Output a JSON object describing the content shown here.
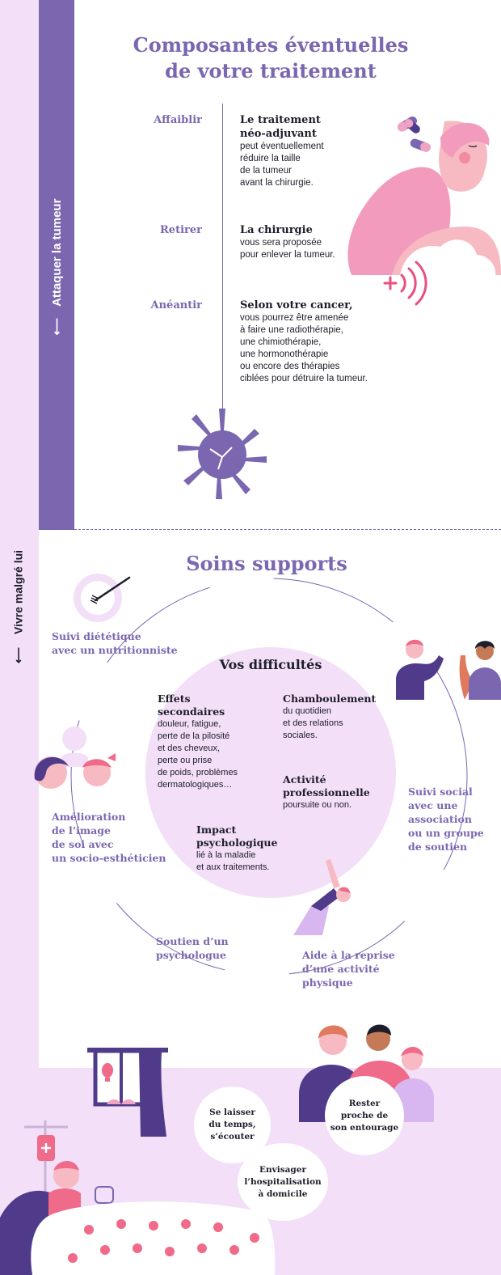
{
  "side_labels": {
    "attack": "Attaquer la tumeur",
    "live": "Vivre malgré lui"
  },
  "treatment": {
    "title_line1": "Composantes éventuelles",
    "title_line2": "de votre traitement",
    "steps": [
      {
        "verb": "Affaiblir",
        "title_line1": "Le traitement",
        "title_line2": "néo-adjuvant",
        "body": [
          "peut éventuellement",
          "réduire la taille",
          "de la tumeur",
          "avant la chirurgie."
        ]
      },
      {
        "verb": "Retirer",
        "title_line1": "La chirurgie",
        "title_line2": "",
        "body": [
          "vous sera proposée",
          "pour enlever la tumeur."
        ]
      },
      {
        "verb": "Anéantir",
        "title_line1": "Selon votre cancer,",
        "title_line2": "",
        "body": [
          "vous pourrez être amenée",
          "à faire une radiothérapie,",
          "une chimiothérapie,",
          "une hormonothérapie",
          "ou encore des thérapies",
          "ciblées pour détruire la tumeur."
        ]
      }
    ]
  },
  "supports": {
    "title": "Soins supports",
    "items": {
      "diet": [
        "Suivi diététique",
        "avec un nutritionniste"
      ],
      "social": [
        "Suivi social",
        "avec une",
        "association",
        "ou un groupe",
        "de soutien"
      ],
      "image": [
        "Amélioration",
        "de l’image",
        "de soi avec",
        "un socio-esthéticien"
      ],
      "psy": [
        "Soutien d’un",
        "psychologue"
      ],
      "sport": [
        "Aide à la reprise",
        "d’une activité",
        "physique"
      ]
    },
    "difficulties": {
      "title": "Vos difficultés",
      "side_effects": {
        "title": [
          "Effets",
          "secondaires"
        ],
        "body": [
          "douleur, fatigue,",
          "perte de la pilosité",
          "et des cheveux,",
          "perte ou prise",
          "de poids, problèmes",
          "dermatologiques…"
        ]
      },
      "upheaval": {
        "title": [
          "Chamboulement"
        ],
        "body": [
          "du quotidien",
          "et des relations",
          "sociales."
        ]
      },
      "work": {
        "title": [
          "Activité",
          "professionnelle"
        ],
        "body": [
          "poursuite ou non."
        ]
      },
      "psych": {
        "title": [
          "Impact",
          "psychologique"
        ],
        "body": [
          "lié à la maladie",
          "et aux traitements."
        ]
      }
    }
  },
  "bubbles": {
    "time": [
      "Se laisser",
      "du temps,",
      "s’écouter"
    ],
    "home": [
      "Envisager",
      "l’hospitalisation",
      "à domicile"
    ],
    "family": [
      "Rester",
      "proche de",
      "son entourage"
    ]
  },
  "colors": {
    "purple": "#7b66b0",
    "light_purple": "#f3dff7",
    "pink": "#f0a3c4",
    "dark": "#1d1d2b"
  }
}
